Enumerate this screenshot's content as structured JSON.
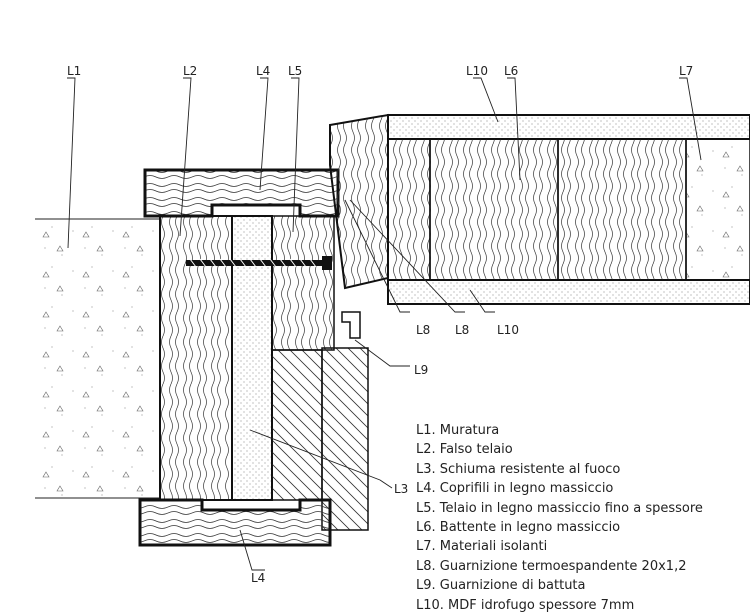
{
  "callouts": {
    "l1": "L1",
    "l2": "L2",
    "l4_top": "L4",
    "l5": "L5",
    "l10_top": "L10",
    "l6": "L6",
    "l7": "L7",
    "l8_a": "L8",
    "l8_b": "L8",
    "l10_bottom": "L10",
    "l9": "L9",
    "l3": "L3",
    "l4_bottom": "L4"
  },
  "legend": [
    "L1. Muratura",
    "L2. Falso telaio",
    "L3. Schiuma resistente al fuoco",
    "L4. Coprifili in legno massiccio",
    "L5. Telaio in legno massiccio fino a spessore",
    "L6. Battente in legno massiccio",
    "L7. Materiali isolanti",
    "L8. Guarnizione termoespandente 20x1,2",
    "L9. Guarnizione di battuta",
    "L10. MDF idrofugo spessore 7mm"
  ]
}
